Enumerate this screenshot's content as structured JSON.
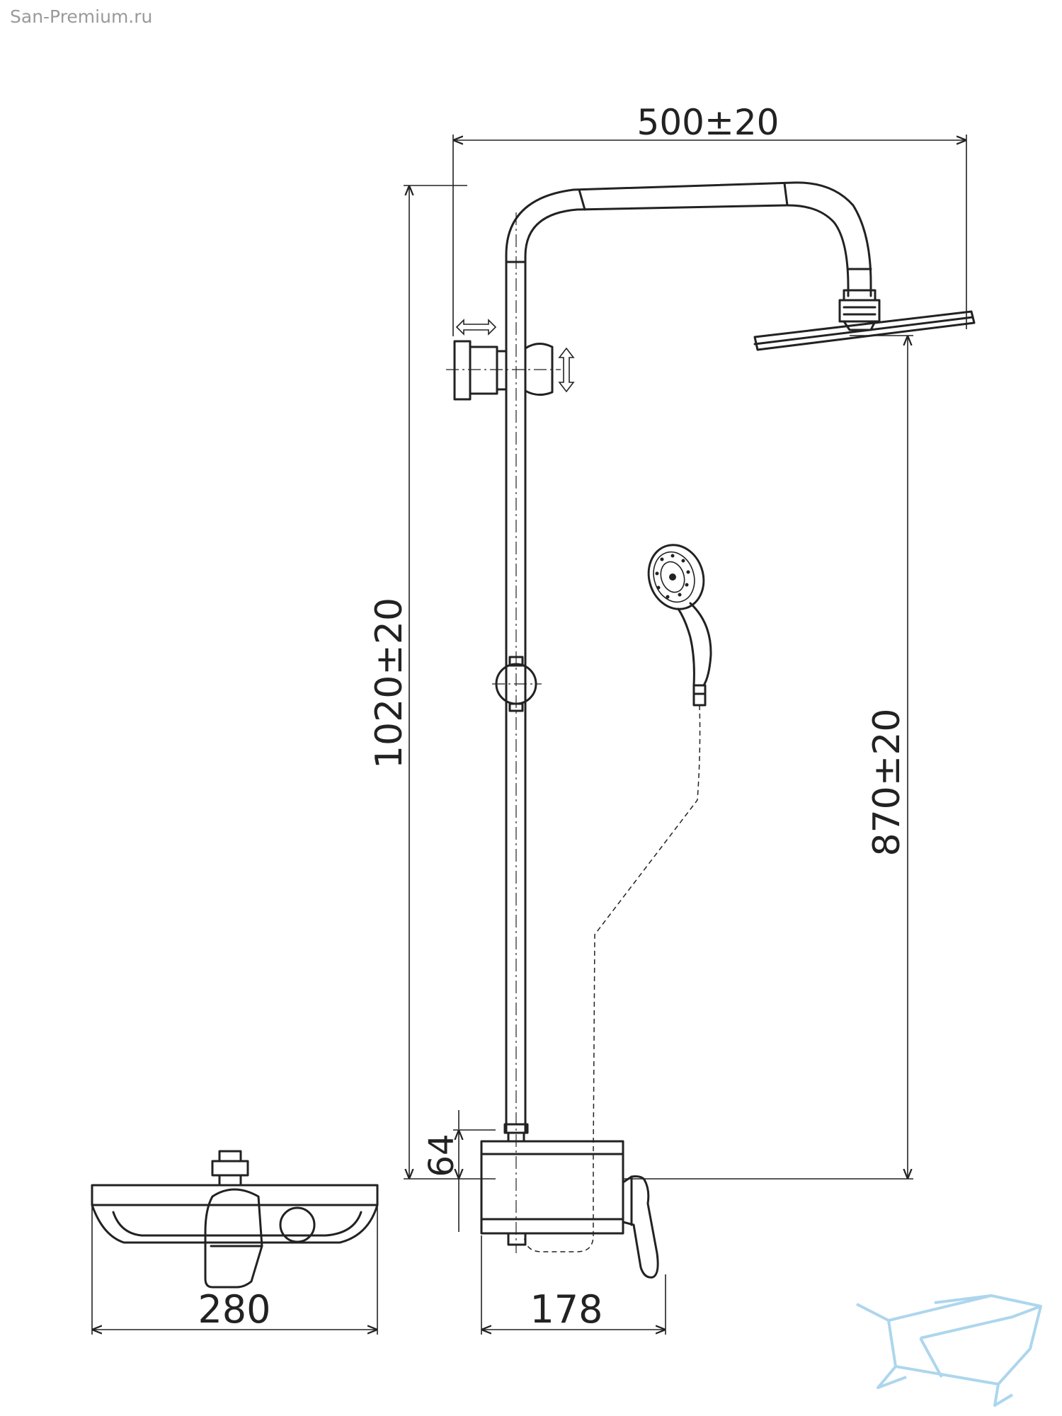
{
  "watermark": {
    "text": "San-Premium.ru"
  },
  "dimensions": {
    "overall_width": "500±20",
    "overall_height": "1020±20",
    "head_height": "870±20",
    "mixer_offset": "64",
    "spout_width": "280",
    "mixer_depth": "178"
  },
  "colors": {
    "line": "#222222",
    "watermark": "#9a9a9a",
    "logo": "#9fd0ea"
  },
  "icons": {
    "logo": "bathtub-logo-icon",
    "horizontal_adjust": "double-arrow-horizontal-icon",
    "vertical_adjust": "double-arrow-vertical-icon"
  }
}
